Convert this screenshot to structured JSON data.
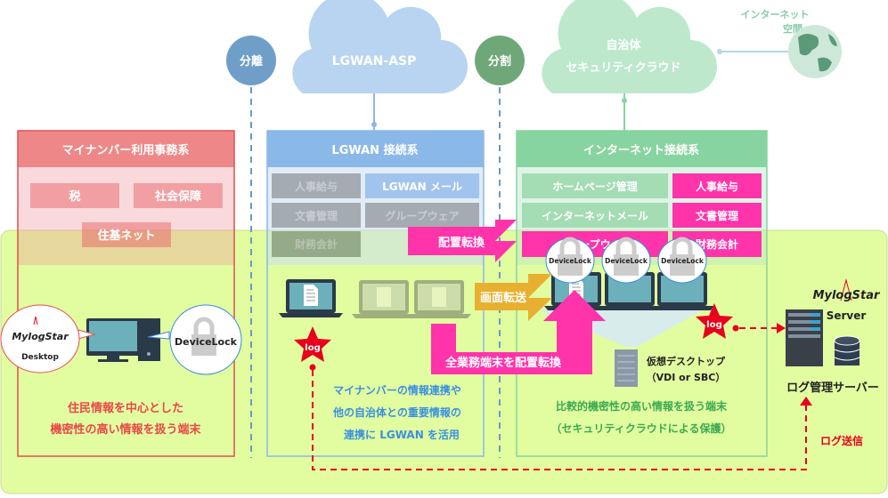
{
  "clouds": {
    "lgwan_asp": "LGWAN-ASP",
    "security_cloud_line1": "自治体",
    "security_cloud_line2": "セキュリティクラウド"
  },
  "separators": {
    "separation": "分離",
    "division": "分割"
  },
  "internet_space": {
    "line1": "インターネット",
    "line2": "空間"
  },
  "columns": {
    "mynumber": {
      "title": "マイナンバー利用事務系",
      "items": [
        "税",
        "社会保障",
        "住基ネット"
      ],
      "desc_line1": "住民情報を中心とした",
      "desc_line2": "機密性の高い情報を扱う端末"
    },
    "lgwan": {
      "title": "LGWAN 接続系",
      "items": [
        "人事給与",
        "LGWAN メール",
        "文書管理",
        "グループウェア",
        "財務会計"
      ],
      "desc_line1": "マイナンバーの情報連携や",
      "desc_line2": "他の自治体との重要情報の",
      "desc_line3": "連携に LGWAN を活用"
    },
    "internet": {
      "title": "インターネット接続系",
      "items": [
        "ホームページ管理",
        "人事給与",
        "インターネットメール",
        "文書管理",
        "グループウェア",
        "財務会計"
      ],
      "desc_line1": "比較的機密性の高い情報を扱う端末",
      "desc_line2": "（セキュリティクラウドによる保護）"
    }
  },
  "arrows": {
    "relocation": "配置転換",
    "screen_transfer": "画面転送",
    "all_relocation": "全業務端末を配置転換",
    "log_send": "ログ送信"
  },
  "products": {
    "mylogstar": "MylogStar",
    "devicelock": "DeviceLock",
    "desktop": "Desktop",
    "server": "Server"
  },
  "log_badge": "log",
  "vdi": {
    "line1": "仮想デスクトップ",
    "line2": "（VDI or SBC）"
  },
  "log_server": "ログ管理サーバー",
  "colors": {
    "mynumber": "#ee8888",
    "lgwan": "#8ab8e8",
    "internet": "#88d4a0",
    "pink": "#ff33aa",
    "gold": "#e8b030",
    "base": "#e2fca0",
    "log_red": "#e8001c"
  }
}
